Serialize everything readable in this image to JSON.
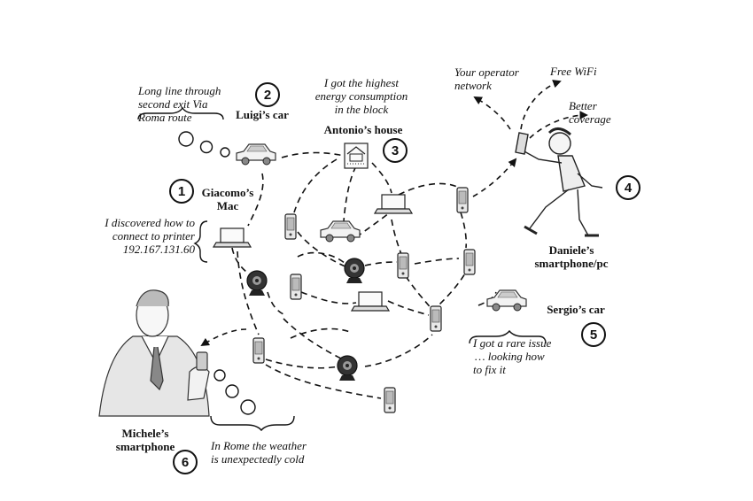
{
  "nodes": {
    "n1": {
      "number": "1",
      "name_line1": "Giacomo’s",
      "name_line2": "Mac"
    },
    "n2": {
      "number": "2",
      "name": "Luigi’s car"
    },
    "n3": {
      "number": "3",
      "name": "Antonio’s house"
    },
    "n4": {
      "number": "4",
      "name_line1": "Daniele’s",
      "name_line2": "smartphone/pc"
    },
    "n5": {
      "number": "5",
      "name": "Sergio’s car"
    },
    "n6": {
      "number": "6",
      "name_line1": "Michele’s",
      "name_line2": "smartphone"
    }
  },
  "messages": {
    "luigi": [
      "Long line through",
      "second exit Via",
      "Roma route"
    ],
    "antonio": [
      "I got the highest",
      "energy consumption",
      "in the block"
    ],
    "giacomo": [
      "I discovered how to",
      "connect to printer",
      "192.167.131.60"
    ],
    "sergio": [
      "I got a rare issue",
      "… looking how",
      "to fix it"
    ],
    "michele": [
      "In Rome the weather",
      "is unexpectedly cold"
    ]
  },
  "daniele_options": {
    "operator": [
      "Your operator",
      "network"
    ],
    "wifi": "Free WiFi",
    "coverage": [
      "Better",
      "coverage"
    ]
  }
}
